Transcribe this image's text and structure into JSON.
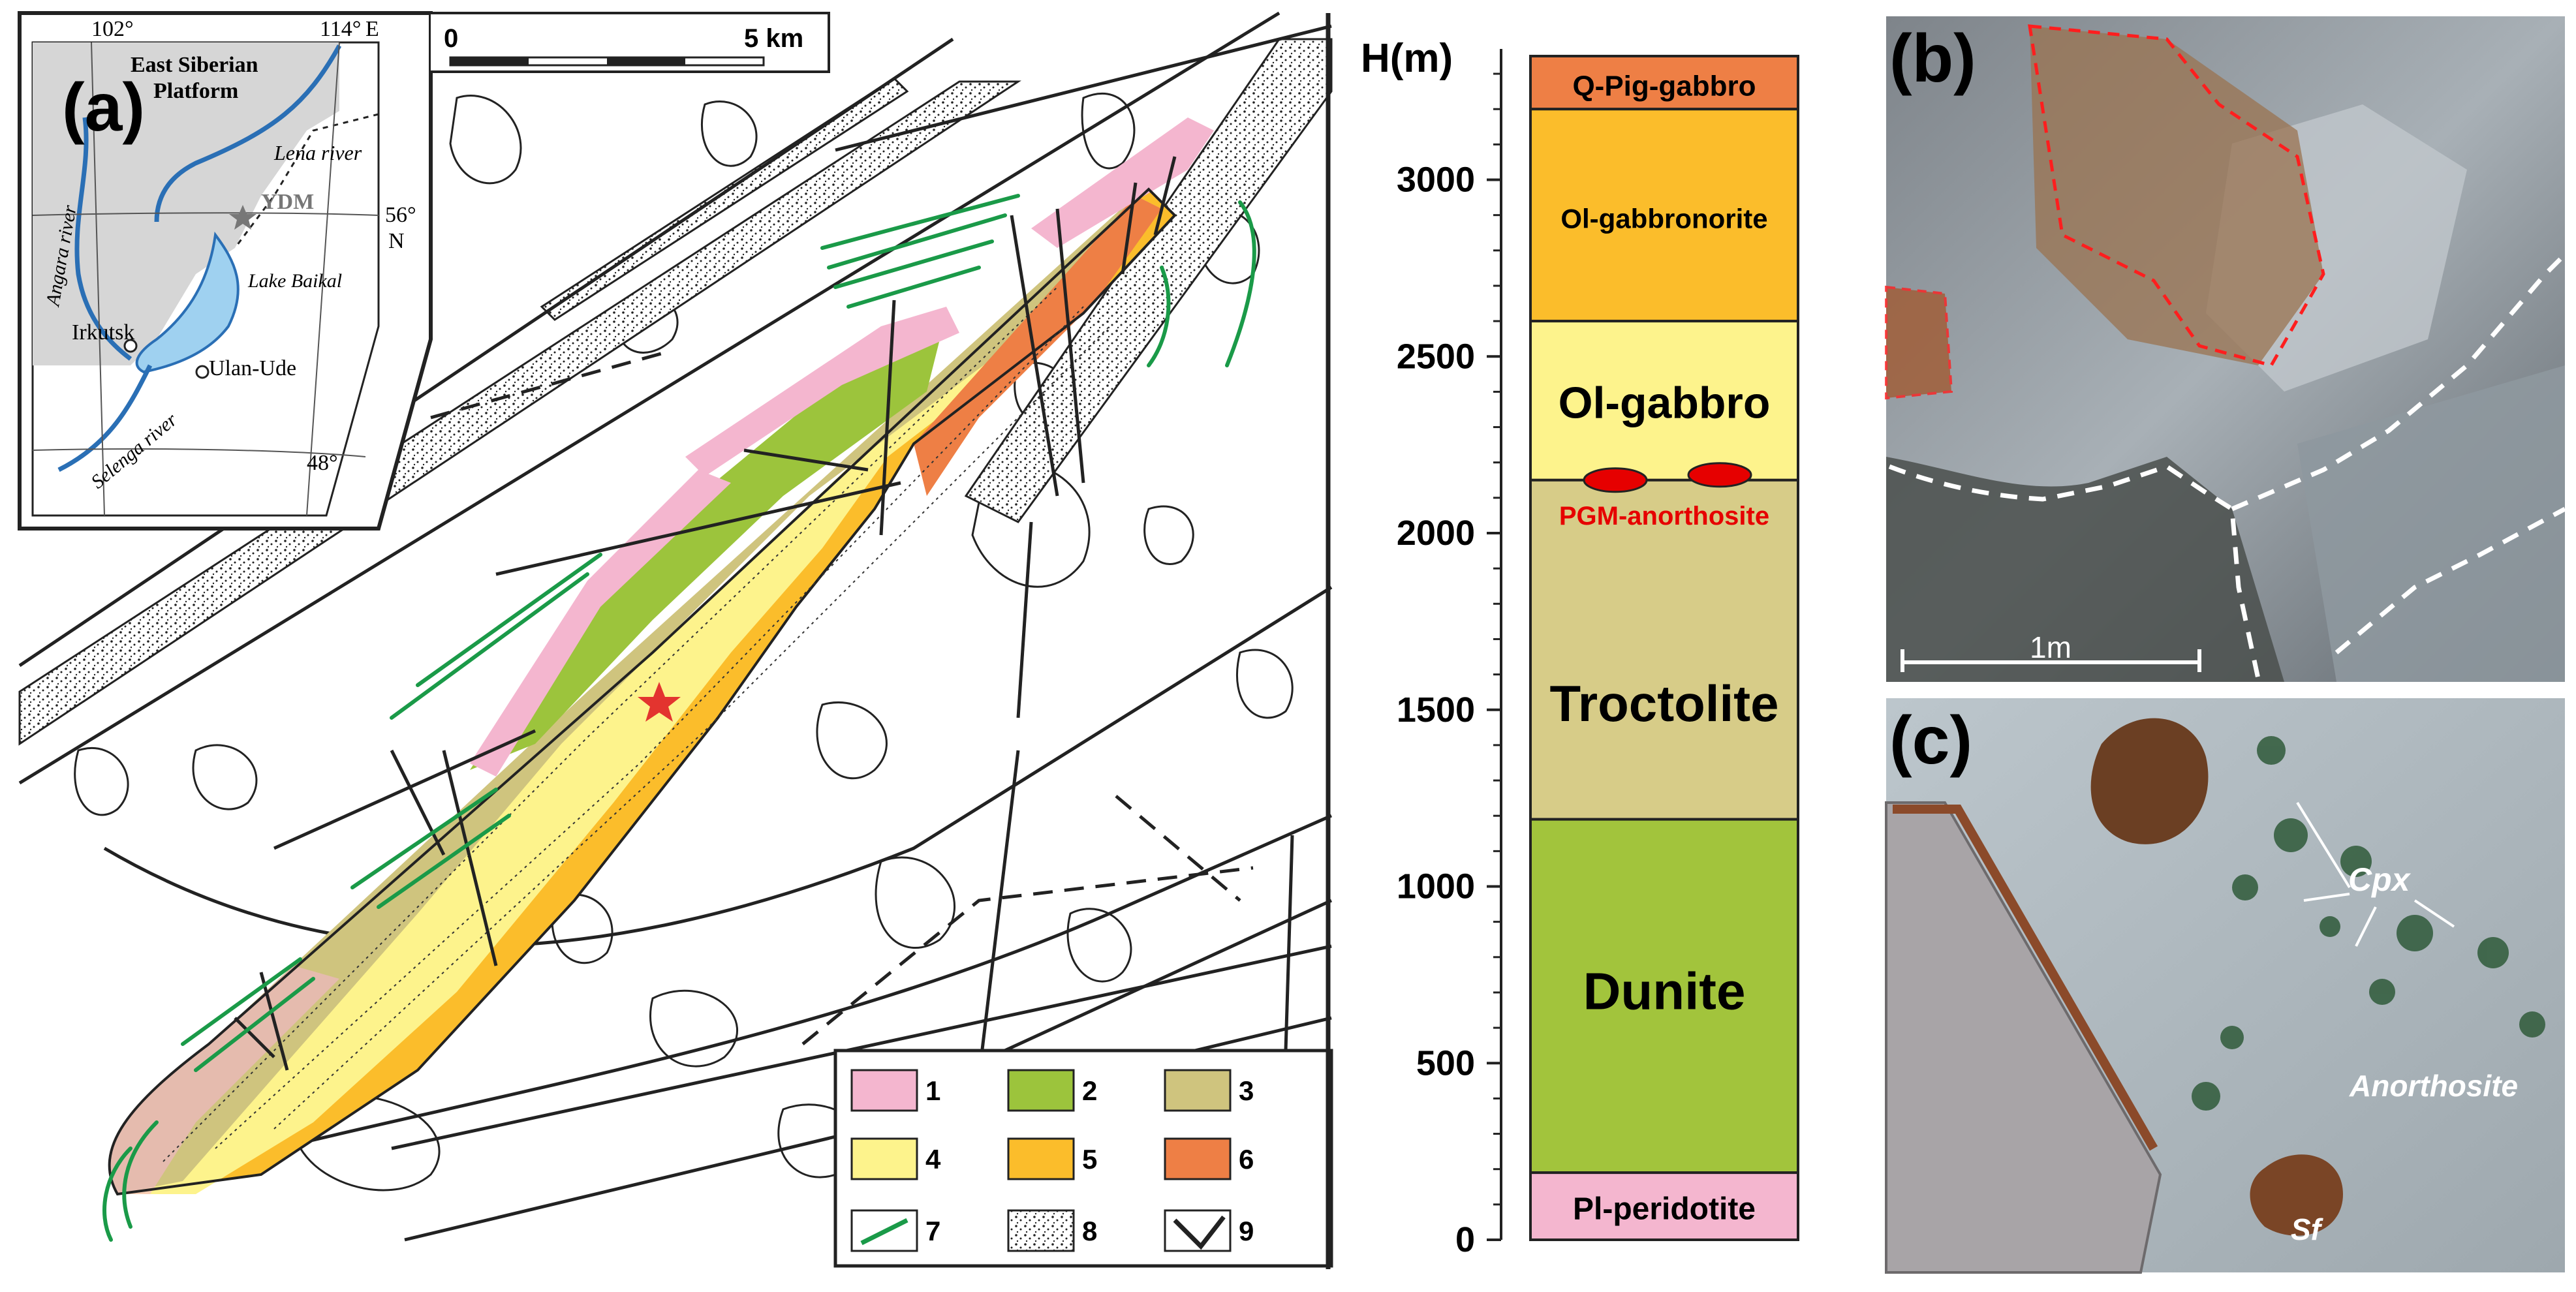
{
  "panel_labels": {
    "a": "(a)",
    "b": "(b)",
    "c": "(c)"
  },
  "inset": {
    "longitudes": [
      "102°",
      "114°",
      "E"
    ],
    "latitudes": [
      "56°",
      "N",
      "48°"
    ],
    "region": [
      "East Siberian",
      "Platform"
    ],
    "rivers": [
      "Lena river",
      "Angara river",
      "Selenga river"
    ],
    "lake": "Lake Baikal",
    "cities": [
      "Irkutsk",
      "Ulan-Ude"
    ],
    "site": "YDM"
  },
  "scale_bar": {
    "start": "0",
    "end": "5 km"
  },
  "legend": [
    {
      "num": "1",
      "color": "#f4b6cf"
    },
    {
      "num": "2",
      "color": "#9cc43c"
    },
    {
      "num": "3",
      "color": "#cfc47e"
    },
    {
      "num": "4",
      "color": "#fdf38c"
    },
    {
      "num": "5",
      "color": "#fbbd2b"
    },
    {
      "num": "6",
      "color": "#ee7f45"
    },
    {
      "num": "7",
      "symbol": "green-dike-line"
    },
    {
      "num": "8",
      "symbol": "stippled-sediment"
    },
    {
      "num": "9",
      "symbol": "fault-line"
    }
  ],
  "column": {
    "axis_title": "H(m)",
    "ticks": [
      "3000",
      "2500",
      "2000",
      "1500",
      "1000",
      "500",
      "0"
    ],
    "units": [
      {
        "label": "Q-Pig-gabbro",
        "from": 3200,
        "to": 3350,
        "color": "#ee7f45"
      },
      {
        "label": "Ol-gabbronorite",
        "from": 2600,
        "to": 3200,
        "color": "#fbbd2b"
      },
      {
        "label": "Ol-gabbro",
        "from": 2150,
        "to": 2600,
        "color": "#fdf38c"
      },
      {
        "label": "Troctolite",
        "from": 1190,
        "to": 2150,
        "color": "#d7cc88"
      },
      {
        "label": "Dunite",
        "from": 190,
        "to": 1190,
        "color": "#a2c43c"
      },
      {
        "label": "Pl-peridotite",
        "from": 0,
        "to": 190,
        "color": "#f4b6cf"
      }
    ],
    "pgm_label": "PGM-anorthosite",
    "pgm_color": "#e60000"
  },
  "photo_b": {
    "scale": "1m"
  },
  "photo_c": {
    "labels": [
      "Cpx",
      "Anorthosite",
      "Sf"
    ]
  }
}
